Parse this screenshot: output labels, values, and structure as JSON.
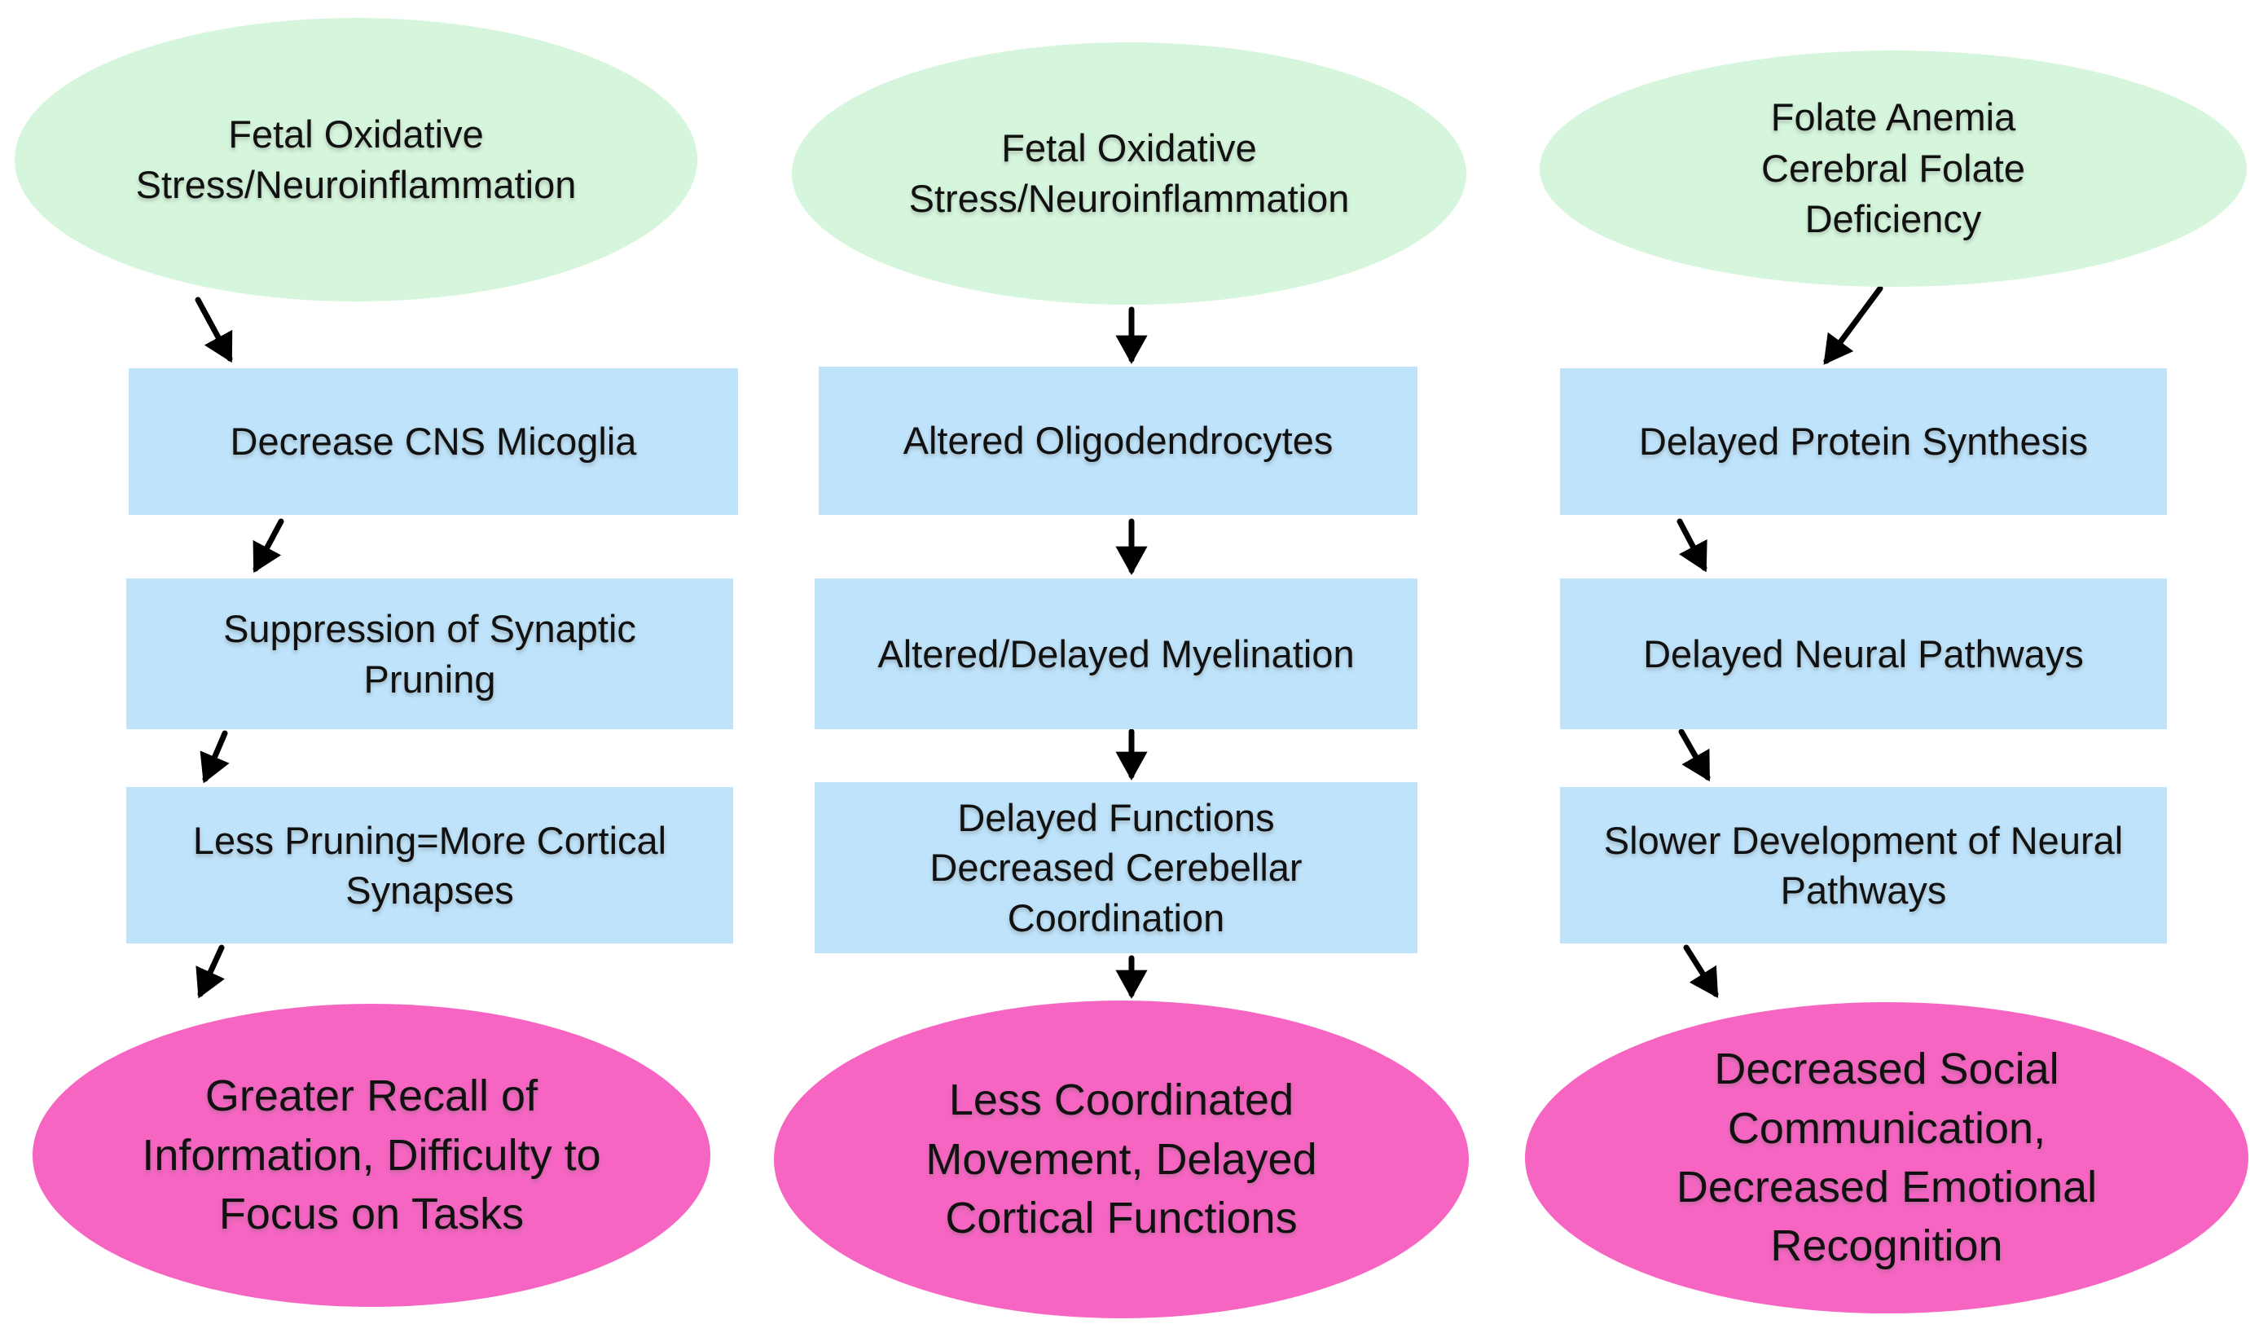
{
  "diagram": {
    "columns": [
      {
        "source": "Fetal Oxidative\nStress/Neuroinflammation",
        "steps": [
          "Decrease CNS Micoglia",
          "Suppression of Synaptic\nPruning",
          "Less Pruning=More Cortical\nSynapses"
        ],
        "outcome": "Greater Recall of\nInformation, Difficulty to\nFocus on Tasks"
      },
      {
        "source": "Fetal Oxidative\nStress/Neuroinflammation",
        "steps": [
          "Altered Oligodendrocytes",
          "Altered/Delayed Myelination",
          "Delayed Functions\nDecreased Cerebellar\nCoordination"
        ],
        "outcome": "Less Coordinated\nMovement, Delayed\nCortical Functions"
      },
      {
        "source": "Folate Anemia\nCerebral Folate\nDeficiency",
        "steps": [
          "Delayed Protein Synthesis",
          "Delayed Neural Pathways",
          "Slower Development of  Neural\nPathways"
        ],
        "outcome": "Decreased Social\nCommunication,\nDecreased Emotional\nRecognition"
      }
    ],
    "colors": {
      "source_fill": "#d5f6dc",
      "step_fill": "#bee3fa",
      "outcome_fill": "#f765c3",
      "text": "#111111",
      "arrow": "#000000",
      "background": "#ffffff"
    }
  }
}
